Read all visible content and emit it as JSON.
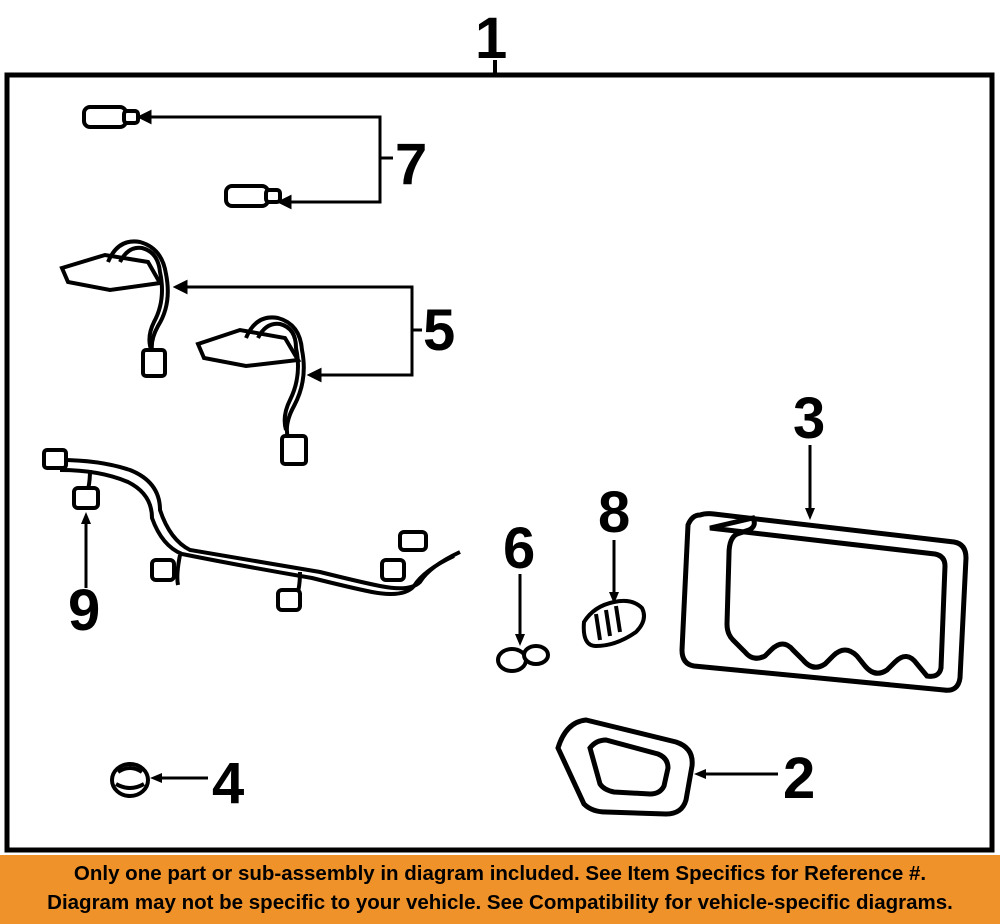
{
  "callouts": {
    "c1": "1",
    "c2": "2",
    "c3": "3",
    "c4": "4",
    "c5": "5",
    "c6": "6",
    "c7": "7",
    "c8": "8",
    "c9": "9"
  },
  "banner": {
    "line1": "Only one part or sub-assembly in diagram included. See Item Specifics for Reference #.",
    "line2": "Diagram may not be specific to your vehicle. See Compatibility for vehicle-specific diagrams."
  },
  "colors": {
    "banner_background": "#f0922a",
    "line_art": "#000000"
  }
}
